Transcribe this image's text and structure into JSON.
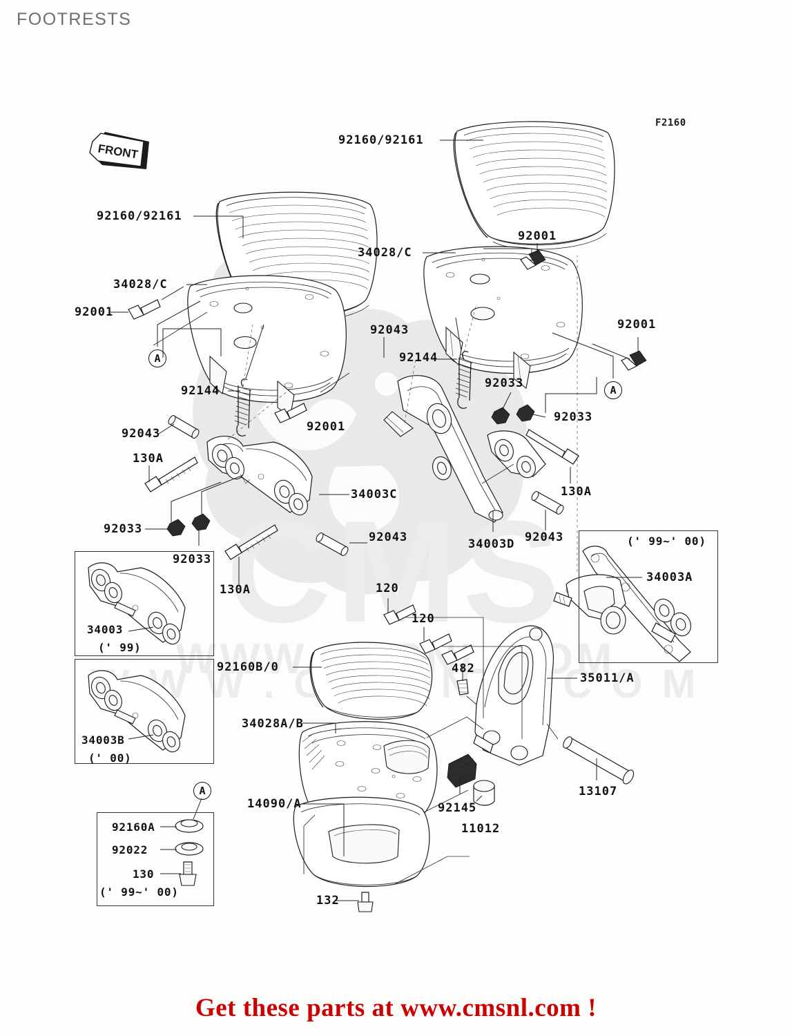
{
  "page": {
    "title": "FOOTRESTS",
    "sheet_code": "F2160",
    "footer": "Get these parts at www.cmsnl.com !",
    "front_badge": "FRONT",
    "watermark_text": "CMS",
    "watermark_url": "WWW.CMSNL.COM"
  },
  "labels": {
    "floorboard_left": "92160/92161",
    "floorboard_right": "92160/92161",
    "plate_left": "34028/C",
    "plate_right": "34028/C",
    "bolt_left": "92001",
    "bolt_mid": "92001",
    "bolt_right_top": "92001",
    "bolt_right_low": "92001",
    "spring_left": "92144",
    "spring_right": "92144",
    "pin_left": "92043",
    "pin_left_low": "92043",
    "pin_center": "92043",
    "pin_right": "92043",
    "pin_far_right": "92043",
    "bolt_130a_upper": "130A",
    "bolt_130a_lower": "130A",
    "bolt_130a_right": "130A",
    "nut_92033_a": "92033",
    "nut_92033_b": "92033",
    "nut_92033_c": "92033",
    "nut_92033_d": "92033",
    "holder_c": "34003C",
    "holder_d": "34003D",
    "holder_a": "34003A",
    "holder_99": "34003",
    "holder_00": "34003B",
    "bracket_35011": "35011/A",
    "rubber_92160b": "92160B/0",
    "plate_34028ab": "34028A/B",
    "step_14090": "14090/A",
    "damper_92145": "92145",
    "collar_11012": "11012",
    "bolt_120_a": "120",
    "bolt_120_b": "120",
    "bolt_482": "482",
    "bolt_132": "132",
    "shaft_13107": "13107",
    "ref_a_left": "A",
    "ref_a_right": "A",
    "ref_a_inset": "A"
  },
  "insets": {
    "holder_99": {
      "part": "34003",
      "year": "(' 99)"
    },
    "holder_00": {
      "part": "34003B",
      "year": "(' 00)"
    },
    "holder_a": {
      "part": "34003A",
      "year": "(' 99~' 00)"
    },
    "detail_a": {
      "year": "(' 99~' 00)",
      "rows": [
        {
          "part": "92160A"
        },
        {
          "part": "92022"
        },
        {
          "part": "130"
        }
      ]
    }
  },
  "colors": {
    "line": "#1b1b1b",
    "label": "#111111",
    "title": "#6f6f6f",
    "footer": "#cc0000",
    "background": "#fdfdfb",
    "watermark": "#ececec"
  }
}
